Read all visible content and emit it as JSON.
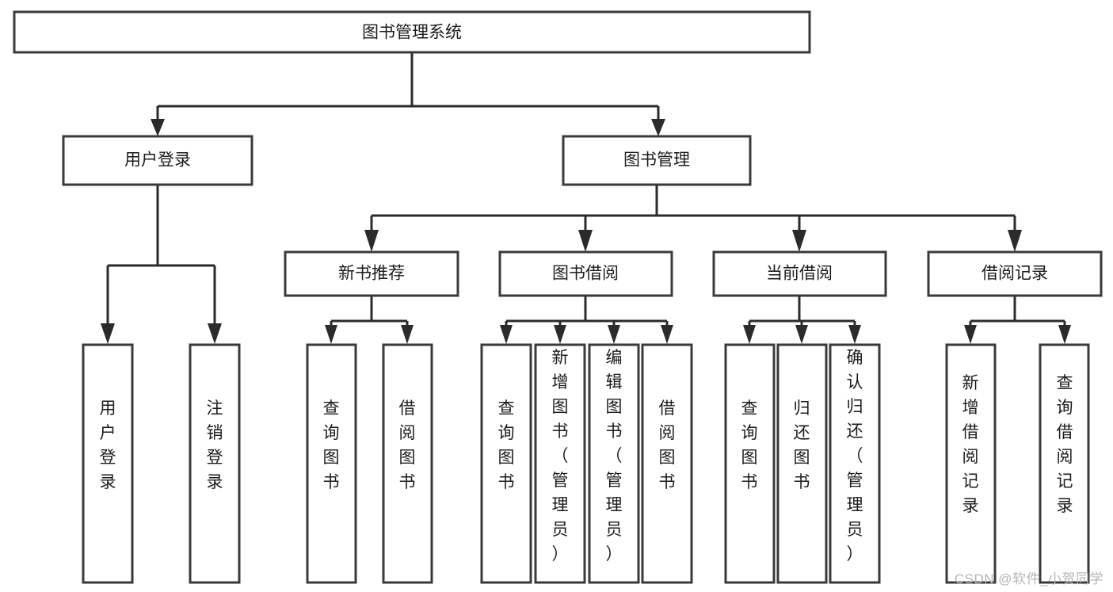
{
  "diagram": {
    "title": "图书管理系统",
    "watermark": "CSDN @软件_小贺同学",
    "level1": {
      "root": {
        "label": "图书管理系统"
      }
    },
    "level2": [
      {
        "label": "用户登录"
      },
      {
        "label": "图书管理"
      }
    ],
    "level3": [
      {
        "label": "新书推荐"
      },
      {
        "label": "图书借阅"
      },
      {
        "label": "当前借阅"
      },
      {
        "label": "借阅记录"
      }
    ],
    "leaves": {
      "user_login": [
        {
          "label": "用户登录"
        },
        {
          "label": "注销登录"
        }
      ],
      "new_book": [
        {
          "label": "查询图书"
        },
        {
          "label": "借阅图书"
        }
      ],
      "book_borrow": [
        {
          "label": "查询图书"
        },
        {
          "label": "新增图书（管理员）"
        },
        {
          "label": "编辑图书（管理员）"
        },
        {
          "label": "借阅图书"
        }
      ],
      "current_borrow": [
        {
          "label": "查询图书"
        },
        {
          "label": "归还图书"
        },
        {
          "label": "确认归还（管理员）"
        }
      ],
      "borrow_record": [
        {
          "label": "新增借阅记录"
        },
        {
          "label": "查询借阅记录"
        }
      ]
    },
    "colors": {
      "box_stroke": "#3a3a3a",
      "connector": "#2b2b2b",
      "text": "#1b1b1b",
      "background": "#ffffff",
      "watermark": "#b5b5b5"
    }
  }
}
